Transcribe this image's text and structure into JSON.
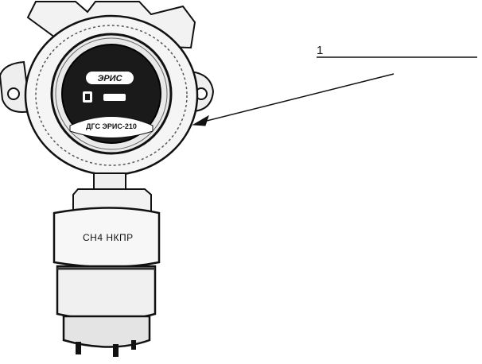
{
  "callout": {
    "number": "1"
  },
  "device": {
    "brand_logo": "ЭРИС",
    "model_label": "ДГС ЭРИС-210",
    "sensor_label": "СН4 НКПР"
  },
  "colors": {
    "ink": "#111111",
    "paper": "#ffffff",
    "window": "#1a1a1a"
  }
}
